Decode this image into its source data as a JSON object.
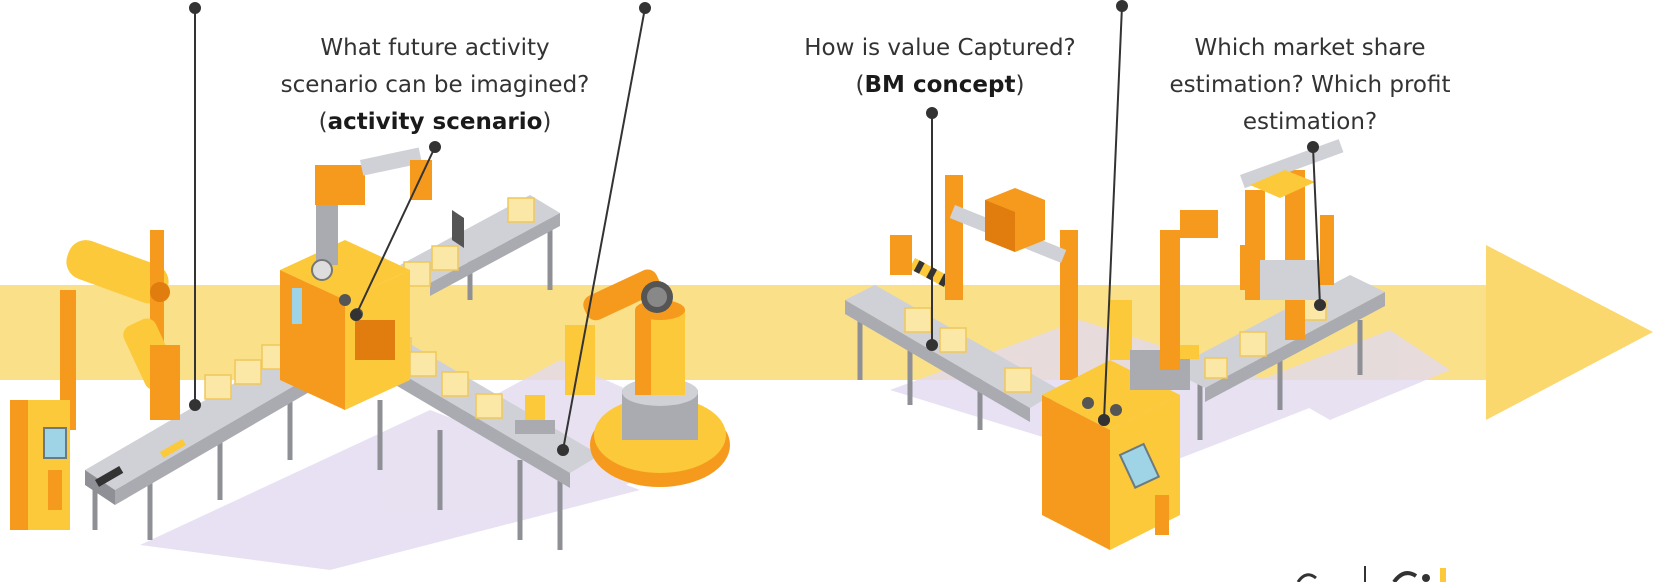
{
  "colors": {
    "band": "#fbe08a",
    "arrow": "#fad86e",
    "orange": "#f59a1c",
    "orange_dark": "#e07d0e",
    "yellow": "#fcc93a",
    "grey": "#a9abb0",
    "grey_light": "#cfd1d6",
    "box": "#fbe7a6",
    "screen": "#9fd4e6",
    "shadow": "#e2daf0",
    "leader": "#333333"
  },
  "annotations": {
    "activity": {
      "line1": "What future activity",
      "line2": "scenario can be imagined?",
      "open": "(",
      "bold": "activity scenario",
      "close": ")"
    },
    "bm": {
      "line1": "How is value Captured?",
      "open": "(",
      "bold": "BM concept",
      "close": ")"
    },
    "market": {
      "line1": "Which market share",
      "line2": "estimation? Which profit",
      "line3": "estimation?"
    }
  }
}
